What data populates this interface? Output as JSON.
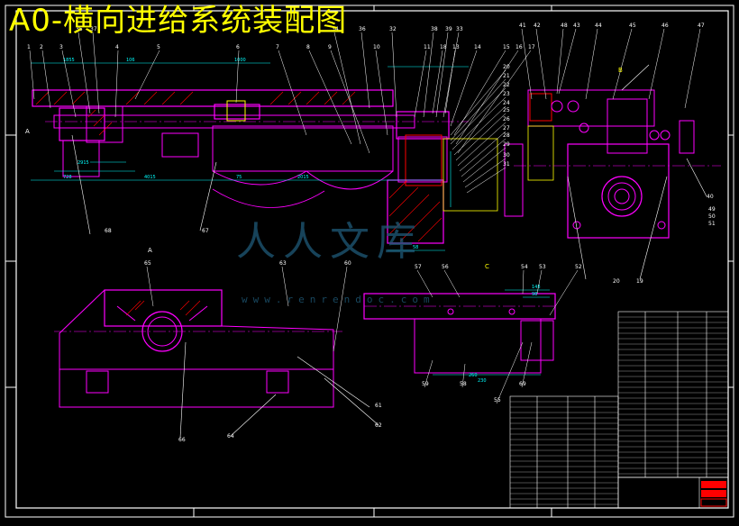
{
  "title": "A0-横向进给系统装配图",
  "watermark": {
    "text": "人人文库",
    "url": "www.renrendoc.com"
  },
  "colors": {
    "background": "#000000",
    "frame": "#ffffff",
    "parts": "#ff00ff",
    "dimension": "#00ffff",
    "hatch": "#ff0000",
    "leader": "#ffffff",
    "title": "#ffff00",
    "table": "#ffffff"
  },
  "view_labels": {
    "a_left": "A",
    "a_section": "A",
    "b": "B",
    "c": "C"
  },
  "part_numbers_top": [
    "1",
    "2",
    "3",
    "35",
    "37",
    "4",
    "5",
    "6",
    "7",
    "8",
    "9",
    "34",
    "10",
    "32",
    "11",
    "18",
    "13",
    "33",
    "14",
    "15",
    "16",
    "17",
    "41",
    "42",
    "43",
    "44",
    "45",
    "46",
    "47"
  ],
  "part_numbers_right": [
    "20",
    "21",
    "22",
    "23",
    "24",
    "25",
    "26",
    "27",
    "28",
    "29",
    "30",
    "31",
    "36",
    "38",
    "39",
    "40",
    "48",
    "49",
    "50",
    "51"
  ],
  "part_numbers_bottom": [
    "68",
    "67",
    "65",
    "66",
    "64",
    "63",
    "60",
    "61",
    "62",
    "57",
    "56",
    "54",
    "53",
    "52",
    "59",
    "58",
    "55",
    "69",
    "19",
    "20"
  ],
  "sheet_marks": {
    "left": "A"
  }
}
